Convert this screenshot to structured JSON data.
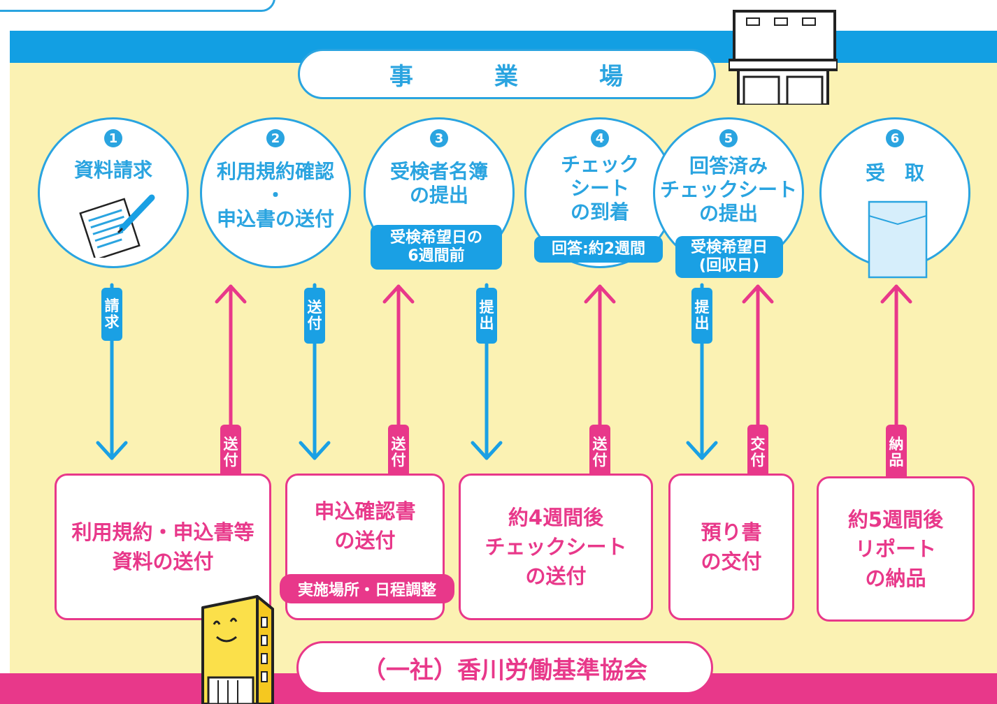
{
  "header": {
    "label": "事業場",
    "chars": [
      "事",
      "業",
      "場"
    ]
  },
  "footer": {
    "label": "（一社）香川労働基準協会"
  },
  "steps": [
    {
      "num": "1",
      "title": "資料請求"
    },
    {
      "num": "2",
      "title": "利用規約確認\n・\n申込書の送付"
    },
    {
      "num": "3",
      "title": "受検者名簿\nの提出",
      "note": "受検希望日の\n6週間前"
    },
    {
      "num": "4",
      "title": "チェック\nシート\nの到着",
      "note": "回答:約2週間"
    },
    {
      "num": "5",
      "title": "回答済み\nチェックシート\nの提出",
      "note": "受検希望日\n(回収日)"
    },
    {
      "num": "6",
      "title": "受　取"
    }
  ],
  "flows": {
    "seikyu": [
      "請",
      "求"
    ],
    "sofu": [
      "送",
      "付"
    ],
    "teishutsu": [
      "提",
      "出"
    ],
    "kofu": [
      "交",
      "付"
    ],
    "nohin": [
      "納",
      "品"
    ]
  },
  "boxes": [
    {
      "text": "利用規約・申込書等\n資料の送付"
    },
    {
      "text": "申込確認書\nの送付",
      "note": "実施場所・日程調整"
    },
    {
      "text": "約4週間後\nチェックシート\nの送付"
    },
    {
      "text": "預り書\nの交付"
    },
    {
      "text": "約5週間後\nリポート\nの納品"
    }
  ],
  "colors": {
    "blue": "#1aa0e4",
    "pink": "#e8388a",
    "cream": "#fbf2b3"
  }
}
